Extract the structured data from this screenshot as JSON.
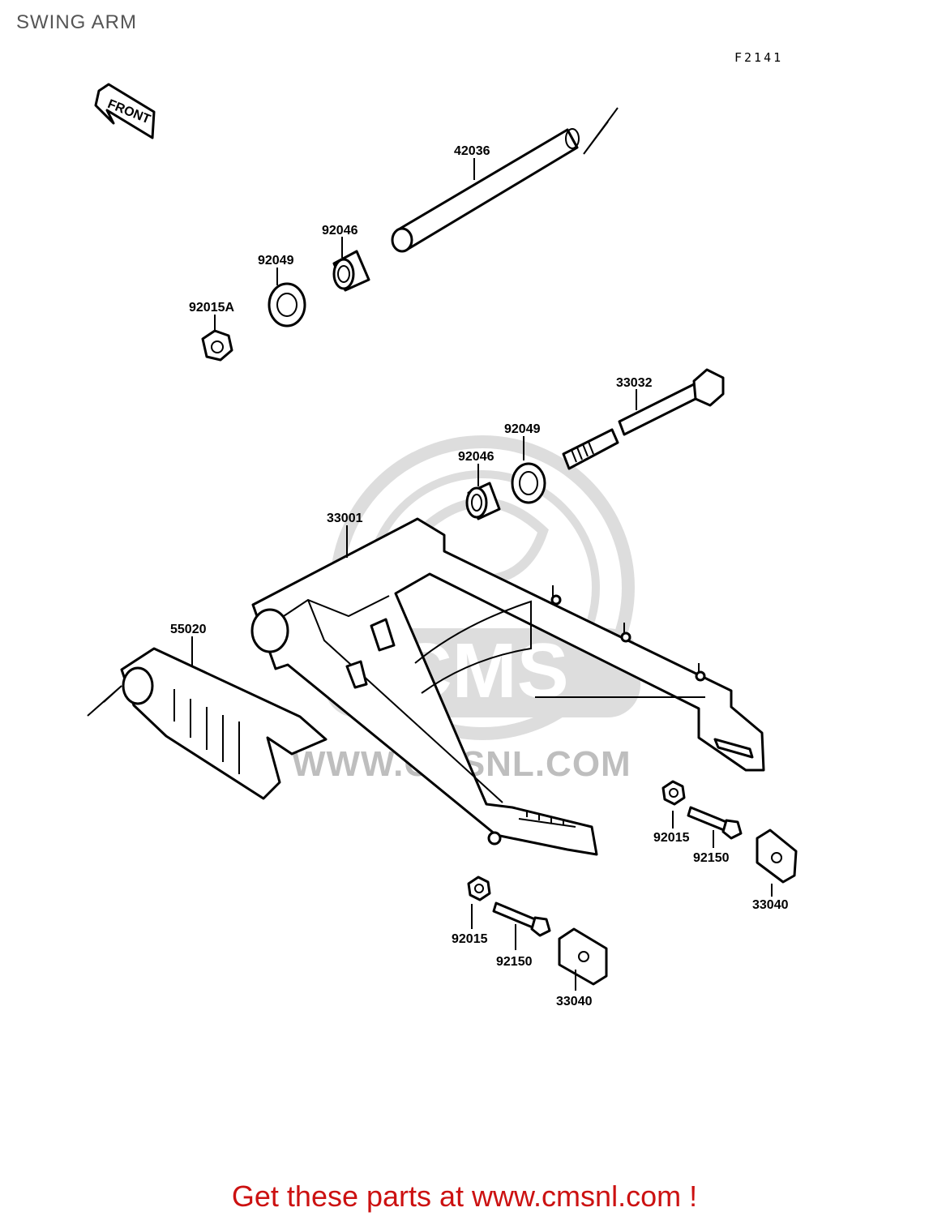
{
  "title": "SWING ARM",
  "figure_code": "F2141",
  "front_arrow_label": "FRONT",
  "parts": [
    {
      "id": "p-42036",
      "number": "42036"
    },
    {
      "id": "p-92046-top",
      "number": "92046"
    },
    {
      "id": "p-92049-top",
      "number": "92049"
    },
    {
      "id": "p-92015A",
      "number": "92015A"
    },
    {
      "id": "p-33032",
      "number": "33032"
    },
    {
      "id": "p-92049-mid",
      "number": "92049"
    },
    {
      "id": "p-92046-mid",
      "number": "92046"
    },
    {
      "id": "p-33001",
      "number": "33001"
    },
    {
      "id": "p-55020",
      "number": "55020"
    },
    {
      "id": "p-92015-right",
      "number": "92015"
    },
    {
      "id": "p-92150-right",
      "number": "92150"
    },
    {
      "id": "p-33040-right",
      "number": "33040"
    },
    {
      "id": "p-92015-left",
      "number": "92015"
    },
    {
      "id": "p-92150-left",
      "number": "92150"
    },
    {
      "id": "p-33040-left",
      "number": "33040"
    }
  ],
  "watermark": {
    "brand": "CMS",
    "url": "WWW.CMSNL.COM"
  },
  "call_to_action": "Get these parts at www.cmsnl.com !",
  "colors": {
    "cta": "#cc1111",
    "title": "#555555",
    "ink": "#000000"
  }
}
